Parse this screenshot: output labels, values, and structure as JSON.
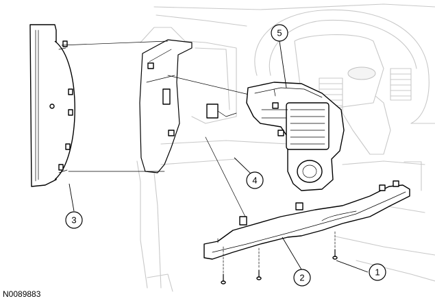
{
  "figure": {
    "reference_code": "N0089883",
    "callouts": [
      {
        "id": "callout-1",
        "label": "1"
      },
      {
        "id": "callout-2",
        "label": "2"
      },
      {
        "id": "callout-3",
        "label": "3"
      },
      {
        "id": "callout-4",
        "label": "4"
      },
      {
        "id": "callout-5",
        "label": "5"
      }
    ]
  }
}
